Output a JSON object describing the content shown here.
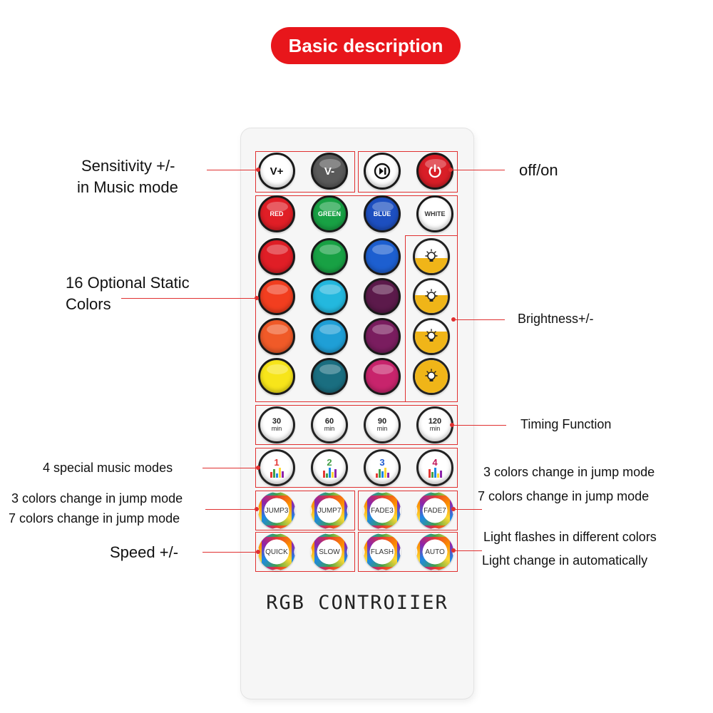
{
  "header": {
    "title": "Basic description"
  },
  "remote": {
    "brand": "RGB CONTROIIER",
    "top_buttons": {
      "vplus": "V+",
      "vminus": "V-"
    },
    "color_words": [
      "RED",
      "GREEN",
      "BLUE",
      "WHITE"
    ],
    "static_colors": [
      "#e01e26",
      "#18a144",
      "#1d5fd0",
      "#f23e1f",
      "#23b8de",
      "#5c1a4b",
      "#f05a28",
      "#1f9fd6",
      "#7a1d5f",
      "#f7e51a",
      "#1a6e80",
      "#c8246c"
    ],
    "timers": [
      {
        "n": "30",
        "m": "min"
      },
      {
        "n": "60",
        "m": "min"
      },
      {
        "n": "90",
        "m": "min"
      },
      {
        "n": "120",
        "m": "min"
      }
    ],
    "music_modes": [
      "1",
      "2",
      "3",
      "4"
    ],
    "mode_buttons": [
      "JUMP3",
      "JUMP7",
      "FADE3",
      "FADE7",
      "QUICK",
      "SLOW",
      "FLASH",
      "AUTO"
    ],
    "brightness_levels": [
      0.45,
      0.55,
      0.65,
      1.0
    ]
  },
  "annotations": {
    "sensitivity_line1": "Sensitivity +/-",
    "sensitivity_line2": "in Music mode",
    "offon": "off/on",
    "static_line1": "16 Optional Static",
    "static_line2": "Colors",
    "brightness": "Brightness+/-",
    "timing": "Timing Function",
    "music": "4 special music modes",
    "jump_left_1": "3 colors change in jump mode",
    "jump_left_2": "7 colors change in jump mode",
    "fade_right_1": "3 colors change in jump mode",
    "fade_right_2": "7 colors change in jump mode",
    "speed": "Speed +/-",
    "flash": "Light flashes in different colors",
    "auto": "Light change in automatically"
  },
  "colors": {
    "accent": "#e8161b",
    "line": "#e03030"
  }
}
